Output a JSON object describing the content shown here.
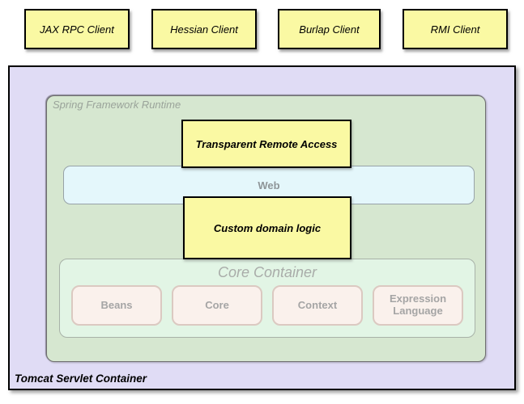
{
  "diagram": {
    "clients": [
      {
        "label": "JAX RPC Client"
      },
      {
        "label": "Hessian Client"
      },
      {
        "label": "Burlap Client"
      },
      {
        "label": "RMI Client"
      }
    ],
    "tomcat": {
      "label": "Tomcat Servlet Container"
    },
    "runtime": {
      "label": "Spring Framework Runtime"
    },
    "transparent_remote_access": {
      "label": "Transparent Remote Access"
    },
    "web": {
      "label": "Web"
    },
    "custom_domain_logic": {
      "label": "Custom domain logic"
    },
    "core_container": {
      "label": "Core Container",
      "modules": [
        {
          "label": "Beans"
        },
        {
          "label": "Core"
        },
        {
          "label": "Context"
        },
        {
          "label": "Expression Language"
        }
      ]
    },
    "colors": {
      "client_box_bg": "#FAF9A3",
      "tomcat_bg": "#E0DCF5",
      "runtime_bg": "#D6E7D0",
      "web_bg": "#E4F7FB",
      "core_bg": "#E2F5E5",
      "module_bg": "#FAF1EC",
      "module_border": "#DBC9C1",
      "box_border": "#000000",
      "muted_text": "#9AA39A"
    }
  }
}
